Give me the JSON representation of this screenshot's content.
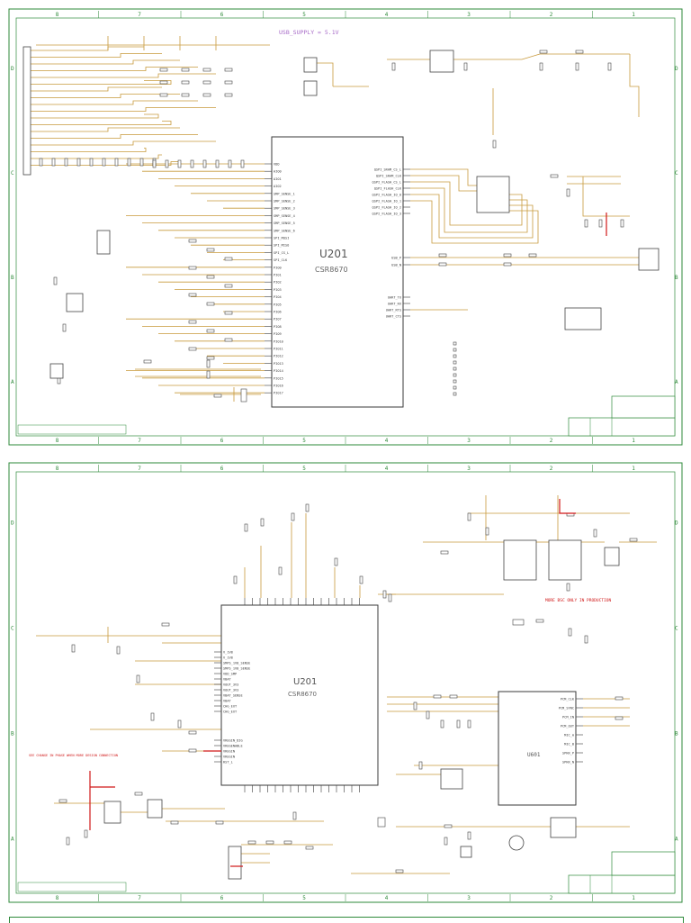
{
  "colors": {
    "border": "#2e8a3a",
    "wire": "#c89a3c",
    "ink": "#3a3a3a",
    "component": "#444444",
    "label_purple": "#a86cc8",
    "label_orange": "#e09030",
    "red": "#d01818"
  },
  "ruler": {
    "columns": [
      "8",
      "7",
      "6",
      "5",
      "4",
      "3",
      "2",
      "1"
    ],
    "rows": [
      "D",
      "C",
      "B",
      "A"
    ]
  },
  "sheet1": {
    "supply_note": "USB_SUPPLY = 5.1V",
    "chip_ref": "U201",
    "chip_part": "CSR8670",
    "left_pins": [
      "VDD",
      "AIO0",
      "AIO1",
      "AIO2",
      "SMP_SENSE_1",
      "SMP_SENSE_2",
      "SMP_SENSE_3",
      "SMP_SENSE_4",
      "SMP_SENSE_5",
      "SMP_SENSE_6",
      "SPI_MOSI",
      "SPI_MISO",
      "SPI_CS_L",
      "SPI_CLK",
      "PIO0",
      "PIO1",
      "PIO2",
      "PIO3",
      "PIO4",
      "PIO5",
      "PIO6",
      "PIO7",
      "PIO8",
      "PIO9",
      "PIO10",
      "PIO11",
      "PIO12",
      "PIO13",
      "PIO14",
      "PIO15",
      "PIO16",
      "PIO17"
    ],
    "right_pins": [
      "QSPI_SRAM_CS_L",
      "QSPI_SRAM_CLK",
      "QSPI_FLASH_CS_L",
      "QSPI_FLASH_CLK",
      "QSPI_FLASH_IO_0",
      "QSPI_FLASH_IO_1",
      "QSPI_FLASH_IO_2",
      "QSPI_FLASH_IO_3",
      "USB_P",
      "USB_N",
      "UART_TX",
      "UART_RX",
      "UART_RTS",
      "UART_CTS"
    ]
  },
  "sheet2": {
    "chip_ref": "U201",
    "chip_part": "CSR8670",
    "note_red_top": "MORE BSC ONLY IN PRODUCTION",
    "note_red_left": "SEE CHANGE IN PHASE WHEN MORE DESIGN CONNECTION",
    "codec_ref": "U601",
    "codec_pins": [
      "PCM_CLK",
      "PCM_SYNC",
      "PCM_IN",
      "PCM_OUT",
      "MIC_A",
      "MIC_B",
      "SPKR_P",
      "SPKR_N"
    ]
  }
}
